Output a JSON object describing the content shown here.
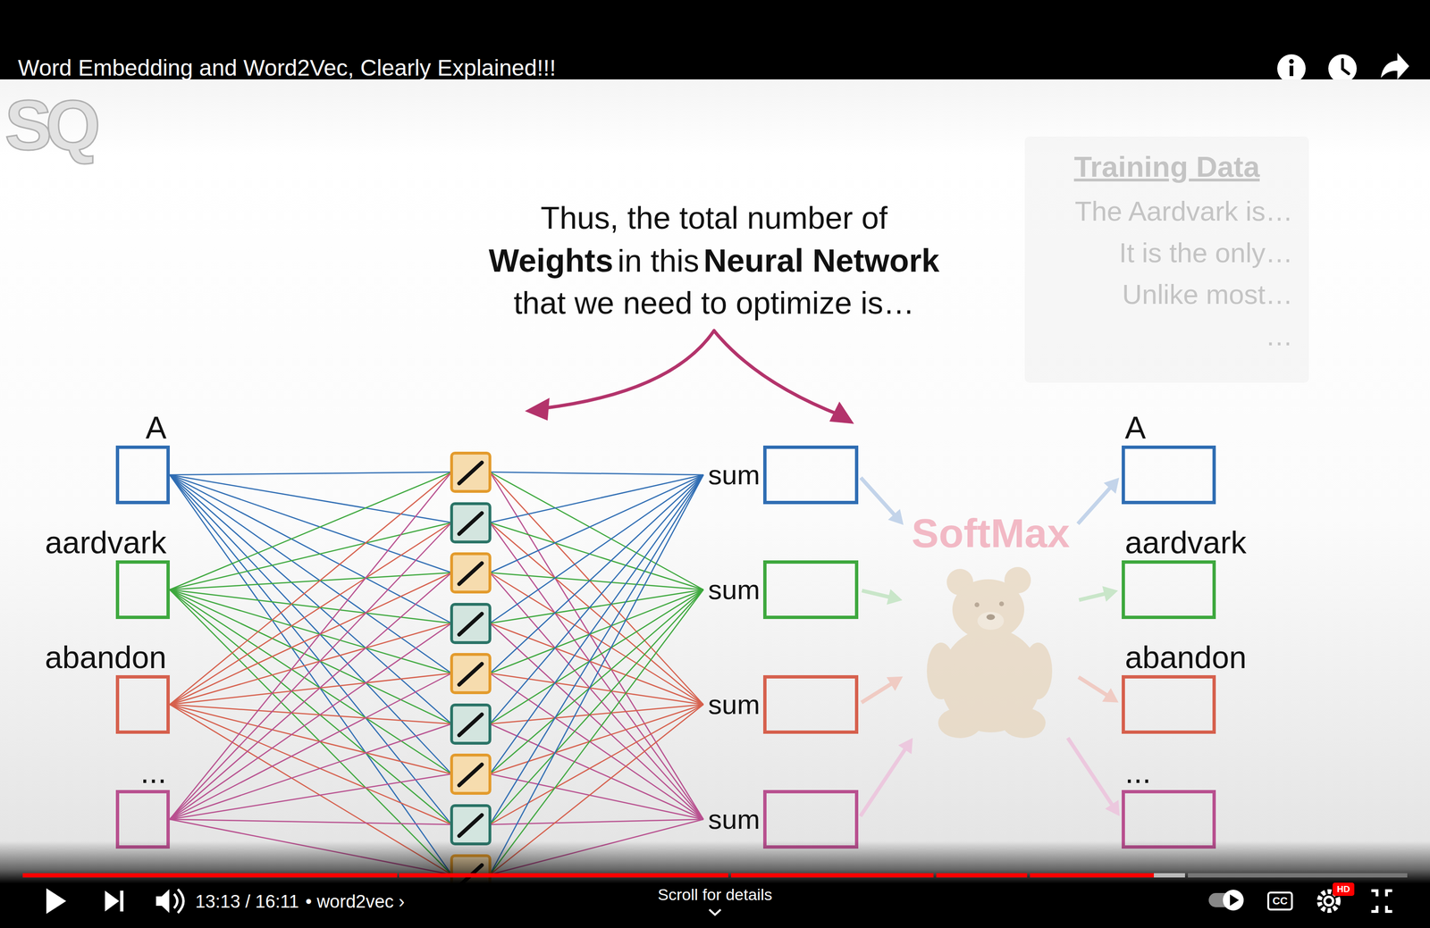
{
  "diagram": {
    "title": "Word Embedding and Word2Vec, Clearly Explained!!!",
    "nodes": [
      {
        "text": [
          "A"
        ]
      },
      {
        "text": [
          "aardvark"
        ]
      },
      {
        "text": [
          "abandon"
        ]
      },
      {
        "text": [
          "..."
        ]
      },
      {
        "text": [
          "sum"
        ]
      },
      {
        "text": [
          "sum"
        ]
      },
      {
        "text": [
          "sum"
        ]
      },
      {
        "text": [
          "sum"
        ]
      },
      {
        "text": [
          "SoftMax"
        ]
      },
      {
        "text": [
          "A"
        ]
      },
      {
        "text": [
          "aardvark"
        ]
      },
      {
        "text": [
          "abandon"
        ]
      },
      {
        "text": [
          "..."
        ]
      },
      {
        "text": [
          "Training Data",
          "The Aardvark is…",
          "It is the only…",
          "Unlike most…",
          "…"
        ]
      }
    ],
    "edges": [
      {
        "from": 4,
        "to": 8,
        "arrow": "to"
      },
      {
        "from": 5,
        "to": 8,
        "arrow": "to"
      },
      {
        "from": 6,
        "to": 8,
        "arrow": "to"
      },
      {
        "from": 7,
        "to": 8,
        "arrow": "to"
      },
      {
        "from": 8,
        "to": 9,
        "arrow": "to"
      },
      {
        "from": 8,
        "to": 10,
        "arrow": "to"
      },
      {
        "from": 8,
        "to": 11,
        "arrow": "to"
      },
      {
        "from": 8,
        "to": 12,
        "arrow": "to"
      }
    ],
    "labels": [
      "SQ",
      "Thus, the total number of",
      "Weights",
      "in this",
      "Neural Network",
      "that we need to optimize is…",
      "13:13 / 16:11",
      "• word2vec ›",
      "Scroll for details",
      "CC",
      "HD"
    ]
  }
}
